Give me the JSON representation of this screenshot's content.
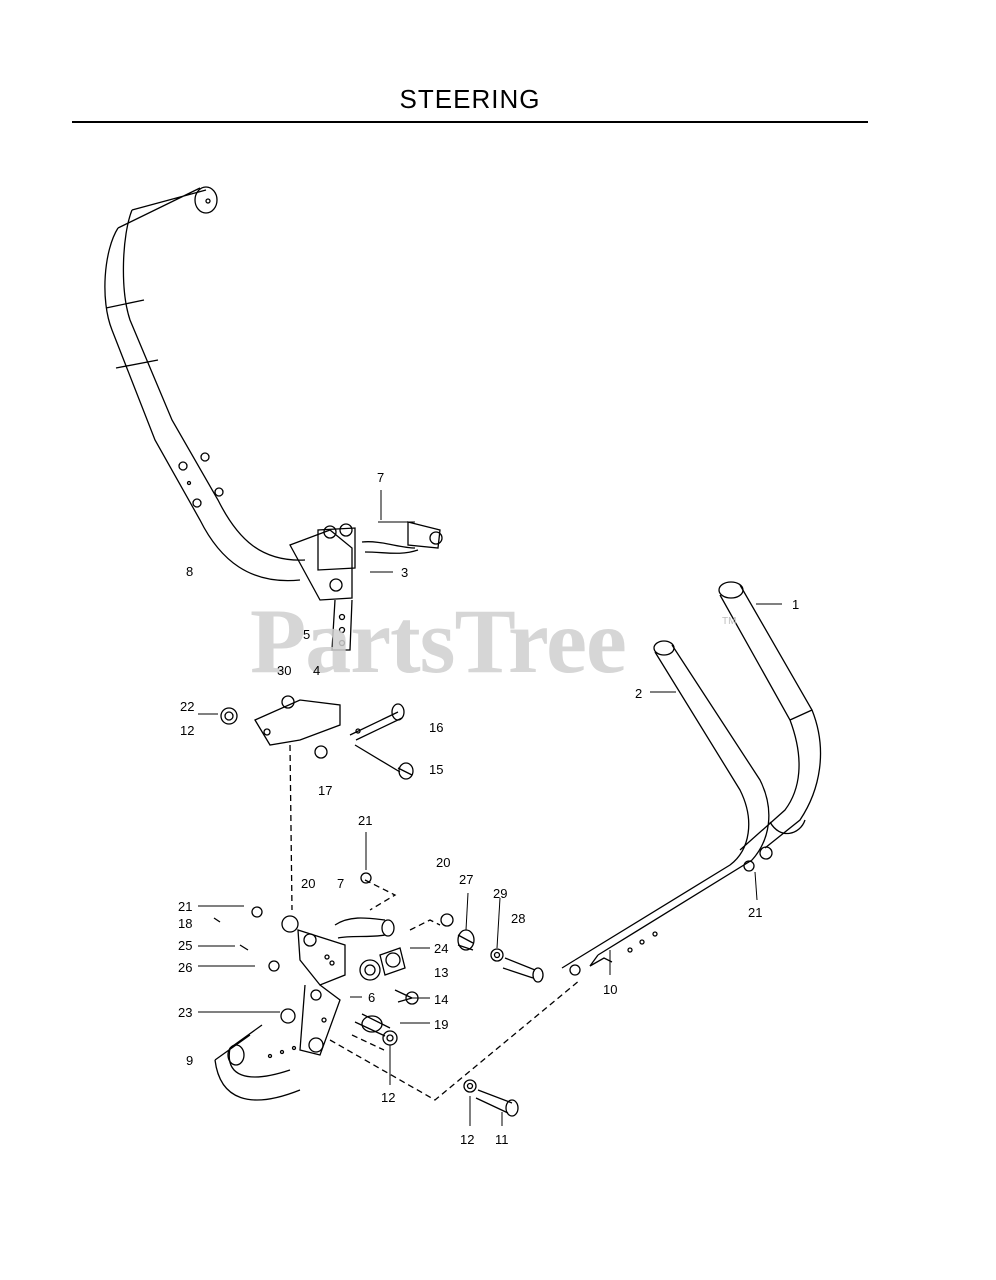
{
  "title": "STEERING",
  "watermark": "PartsTree",
  "watermark_tm": "TM",
  "callouts": [
    "7",
    "8",
    "3",
    "5",
    "30",
    "4",
    "1",
    "2",
    "22",
    "12",
    "16",
    "15",
    "17",
    "21",
    "20",
    "7",
    "20",
    "27",
    "29",
    "28",
    "21",
    "18",
    "25",
    "26",
    "24",
    "13",
    "6",
    "14",
    "23",
    "19",
    "9",
    "12",
    "10",
    "12",
    "11",
    "21"
  ]
}
